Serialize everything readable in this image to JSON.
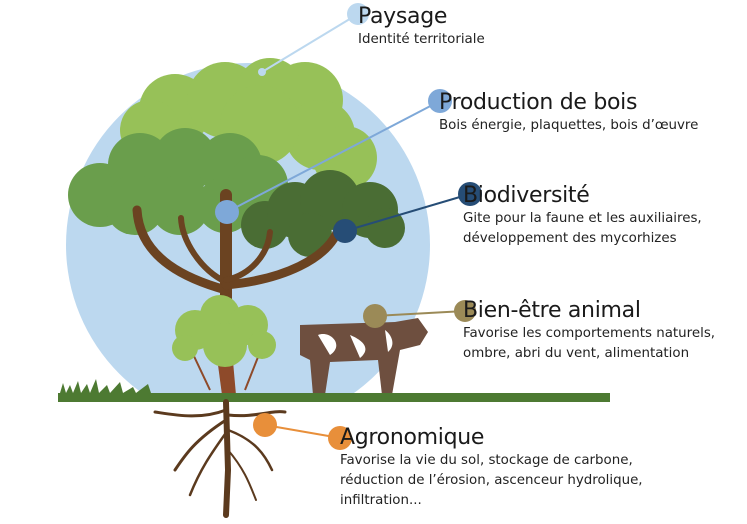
{
  "diagram": {
    "type": "infographic",
    "subject": "Benefits of trees (agroforestry)",
    "colors": {
      "background": "#ffffff",
      "sky_circle": "#bcd8ef",
      "canopy_light": "#97c158",
      "canopy_mid": "#6a9e4c",
      "canopy_dark": "#4a6d34",
      "trunk": "#6b4321",
      "grass": "#4d7a32",
      "cow_brown": "#6e4f3f"
    }
  },
  "items": [
    {
      "id": "paysage",
      "title": "Paysage",
      "description": [
        "Identité territoriale"
      ],
      "dot_color": "#bcd8ef"
    },
    {
      "id": "production-bois",
      "title": "Production de bois",
      "description": [
        "Bois énergie, plaquettes, bois d’œuvre"
      ],
      "dot_color": "#7ea8d8"
    },
    {
      "id": "biodiversite",
      "title": "Biodiversité",
      "description": [
        "Gite pour la faune et les auxiliaires,",
        "développement des mycorhizes"
      ],
      "dot_color": "#264d76"
    },
    {
      "id": "bien-etre-animal",
      "title": "Bien-être animal",
      "description": [
        "Favorise les comportements naturels,",
        "ombre, abri du vent, alimentation"
      ],
      "dot_color": "#9b8a57"
    },
    {
      "id": "agronomique",
      "title": "Agronomique",
      "description": [
        "Favorise la vie du sol, stockage de carbone,",
        "réduction de l’érosion, ascenceur hydrolique,",
        "infiltration..."
      ],
      "dot_color": "#e88f3a"
    }
  ]
}
